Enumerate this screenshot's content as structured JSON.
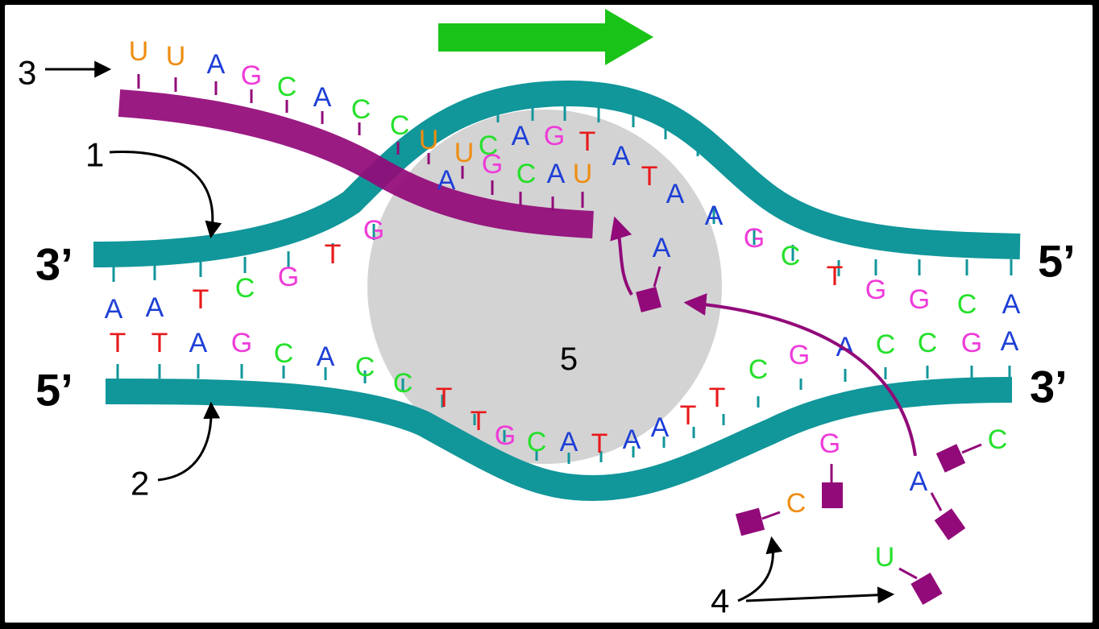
{
  "labels": {
    "strand_1": "1",
    "strand_2": "2",
    "rna": "3",
    "nucleotides": "4",
    "polymerase": "5",
    "top_left_end": "3’",
    "top_right_end": "5’",
    "bottom_left_end": "5’",
    "bottom_right_end": "3’"
  },
  "colors": {
    "dna_backbone": "#11969a",
    "rna_backbone": "#920a79",
    "polymerase": "#d3d3d3",
    "direction_arrow": "#19c317",
    "A": "#1d3fd6",
    "C": "#25e02a",
    "G": "#ee3bd9",
    "T": "#e8191b",
    "U": "#ee8d12"
  },
  "sequences": {
    "template_strand_top": [
      "A",
      "A",
      "T",
      "C",
      "G",
      "T",
      "G",
      "C",
      "A",
      "G",
      "T",
      "A",
      "T",
      "T",
      "A",
      "A",
      "G",
      "C",
      "T",
      "G",
      "G",
      "C",
      "A"
    ],
    "coding_strand_bottom": [
      "T",
      "T",
      "A",
      "G",
      "C",
      "A",
      "C",
      "C",
      "T",
      "T",
      "G",
      "C",
      "A",
      "T",
      "A",
      "A",
      "T",
      "T",
      "C",
      "G",
      "A",
      "C",
      "C",
      "G",
      "A"
    ],
    "rna_transcript": [
      "U",
      "U",
      "A",
      "G",
      "C",
      "A",
      "C",
      "C",
      "U",
      "U",
      "A",
      "G",
      "C",
      "A",
      "U"
    ],
    "incoming_nucleotide": "A",
    "free_nucleotides": [
      "G",
      "C",
      "C",
      "A",
      "U"
    ]
  }
}
